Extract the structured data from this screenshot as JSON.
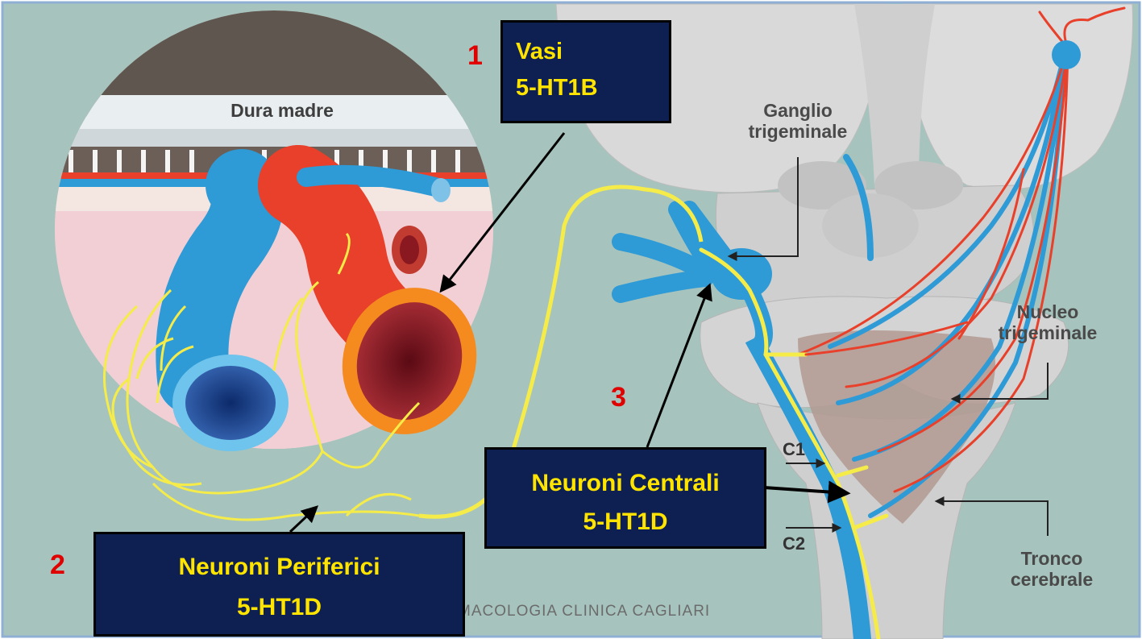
{
  "labels": {
    "dura": "Dura madre",
    "ganglio_line1": "Ganglio",
    "ganglio_line2": "trigeminale",
    "nucleo_line1": "Nucleo",
    "nucleo_line2": "trigeminale",
    "tronco_line1": "Tronco",
    "tronco_line2": "cerebrale",
    "c1": "C1",
    "c2": "C2"
  },
  "callouts": [
    {
      "number": "1",
      "line1": "Vasi",
      "line2": "5-HT1B"
    },
    {
      "number": "2",
      "line1": "Neuroni Periferici",
      "line2": "5-HT1D"
    },
    {
      "number": "3",
      "line1": "Neuroni Centrali",
      "line2": "5-HT1D"
    }
  ],
  "watermark": "MACOLOGIA CLINICA CAGLIARI",
  "colors": {
    "background": "#a6c4bd",
    "box_fill": "#0e1f52",
    "box_text": "#ffe400",
    "number": "#e00000",
    "artery": "#e8402a",
    "vein": "#2e9ad6",
    "nerve": "#f5ec4a"
  }
}
